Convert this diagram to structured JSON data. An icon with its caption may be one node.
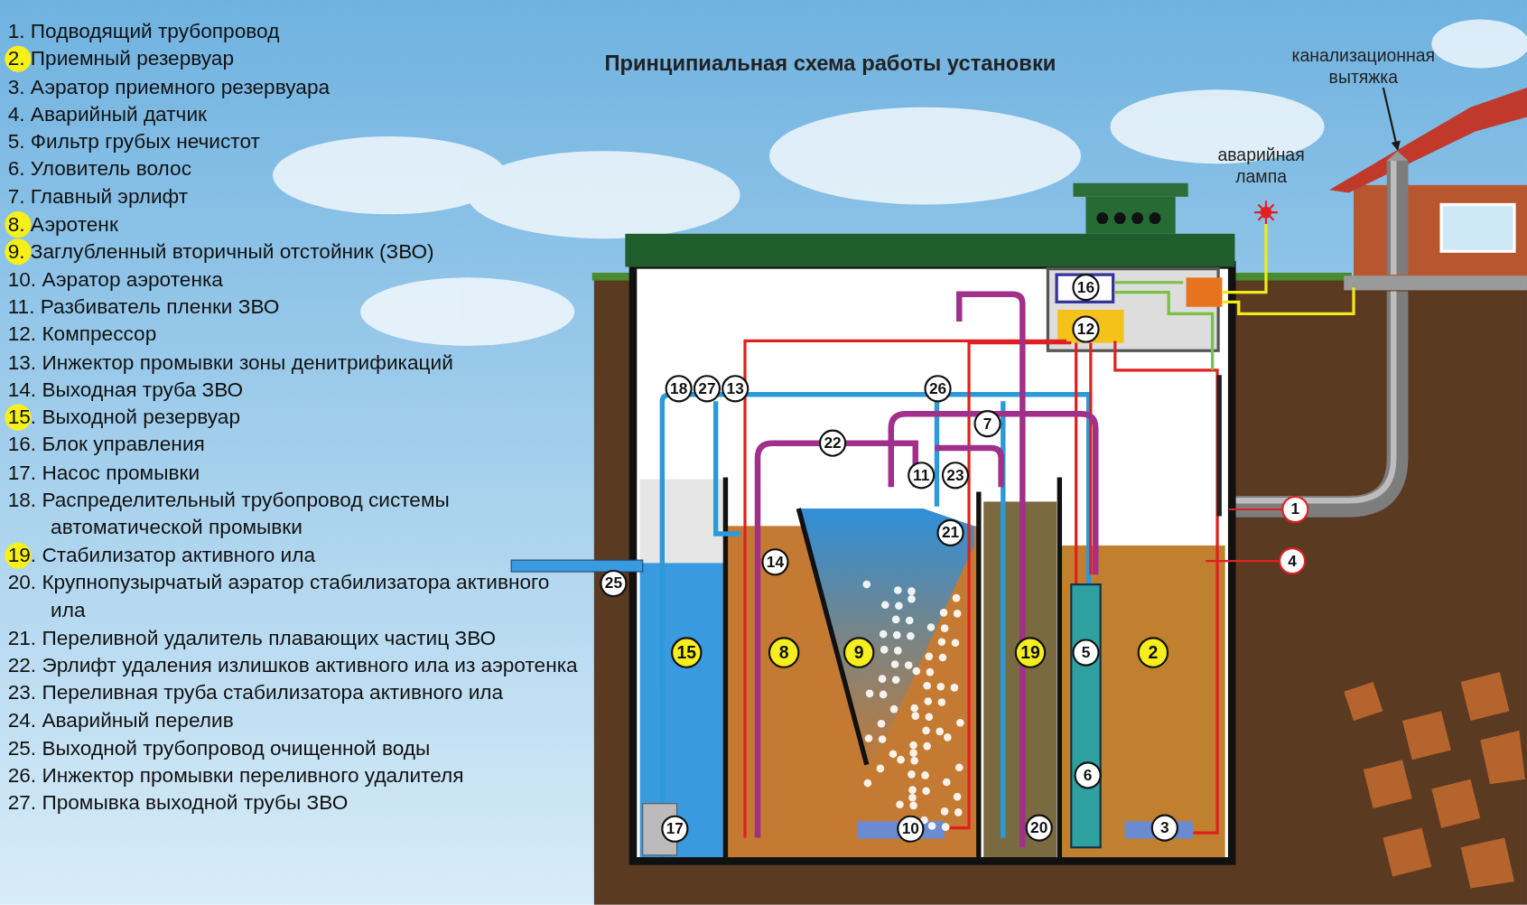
{
  "diagram": {
    "title": "Принципиальная схема работы установки",
    "nodes": [
      {
        "text": [
          "1"
        ]
      },
      {
        "text": [
          "4"
        ]
      },
      {
        "text": [
          "канализационная вытяжка"
        ]
      },
      {
        "text": [],
        "shape": "picture"
      }
    ],
    "edges": [
      {
        "from": 0,
        "to": null,
        "arrow": "none"
      },
      {
        "from": 1,
        "to": null,
        "arrow": "none"
      },
      {
        "from": 2,
        "to": 3,
        "arrow": "to",
        "color": "#1a1a1a"
      }
    ],
    "labels": [
      "1. Подводящий трубопровод",
      "2. Приемный резервуар",
      "3. Аэратор приемного резервуара",
      "4. Аварийный датчик",
      "5. Фильтр грубых нечистот",
      "6. Уловитель волос",
      "7. Главный эрлифт",
      "8. Аэротенк",
      "9. Заглубленный вторичный отстойник (ЗВО)",
      "10. Аэратор аэротенка",
      "11. Разбиватель пленки ЗВО",
      "12. Компрессор",
      "13. Инжектор промывки зоны денитрификаций",
      "14. Выходная труба ЗВО",
      "15. Выходной резервуар",
      "16. Блок управления",
      "17. Насос промывки",
      "18. Распределительный трубопровод системы автоматической промывки",
      "19. Стабилизатор активного ила",
      "20. Крупнопузырчатый аэратор стабилизатора активного ила",
      "21. Переливной удалитель плавающих частиц ЗВО",
      "22. Эрлифт удаления излишков активного ила из аэротенка",
      "23. Переливная труба стабилизатора активного ила",
      "24. Аварийный перелив",
      "25. Выходной трубопровод очищенной воды",
      "26. Инжектор промывки переливного удалителя",
      "27. Промывка выходной трубы ЗВО",
      "аварийная лампа",
      "16",
      "12",
      "18",
      "27",
      "13",
      "26",
      "7",
      "22",
      "11",
      "23",
      "21",
      "14",
      "25",
      "15",
      "8",
      "9",
      "19",
      "5",
      "2",
      "6",
      "17",
      "10",
      "20",
      "3"
    ]
  }
}
